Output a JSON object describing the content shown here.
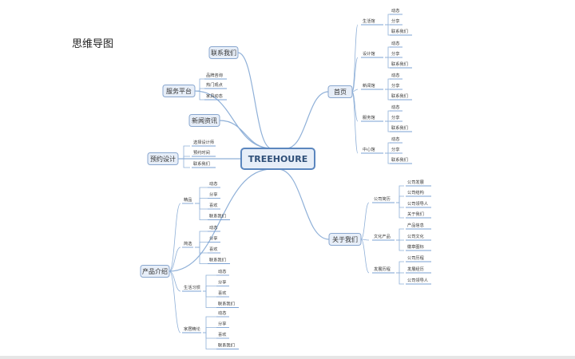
{
  "page_title": "思维导图",
  "central": "TREEHOURE",
  "right": [
    {
      "label": "首页",
      "children": [
        {
          "label": "生活馆",
          "children": [
            "动态",
            "分享",
            "联系我们"
          ]
        },
        {
          "label": "设计馆",
          "children": [
            "动态",
            "分享",
            "联系我们"
          ]
        },
        {
          "label": "新闻馆",
          "children": [
            "动态",
            "分享",
            "联系我们"
          ]
        },
        {
          "label": "服务馆",
          "children": [
            "动态",
            "分享",
            "联系我们"
          ]
        },
        {
          "label": "中心馆",
          "children": [
            "动态",
            "分享",
            "联系我们"
          ]
        }
      ]
    },
    {
      "label": "关于我们",
      "children": [
        {
          "label": "公司简历",
          "children": [
            "公司发展",
            "公司结构",
            "公司领导人",
            "关于我们"
          ]
        },
        {
          "label": "文化产品",
          "children": [
            "产品信息",
            "公司文化",
            "徽章图标"
          ]
        },
        {
          "label": "发展历程",
          "children": [
            "公司历程",
            "发展经历",
            "公司领导人"
          ]
        }
      ]
    }
  ],
  "left": [
    {
      "label": "联系我们",
      "children": []
    },
    {
      "label": "服务平台",
      "children": [
        "品牌咨询",
        "热门观点",
        "家具动态"
      ]
    },
    {
      "label": "新闻资讯",
      "children": []
    },
    {
      "label": "预约设计",
      "children": [
        "选择设计师",
        "预约时间",
        "联系我们"
      ]
    },
    {
      "label": "产品介绍",
      "children": [
        {
          "label": "精品",
          "children": [
            "动态",
            "分享",
            "喜欢",
            "联系我们"
          ]
        },
        {
          "label": "简选",
          "children": [
            "动态",
            "分享",
            "喜欢",
            "联系我们"
          ]
        },
        {
          "label": "生活习惯",
          "children": [
            "动态",
            "分享",
            "喜欢",
            "联系我们"
          ]
        },
        {
          "label": "家居精论",
          "children": [
            "动态",
            "分享",
            "喜欢",
            "联系我们"
          ]
        }
      ]
    }
  ]
}
